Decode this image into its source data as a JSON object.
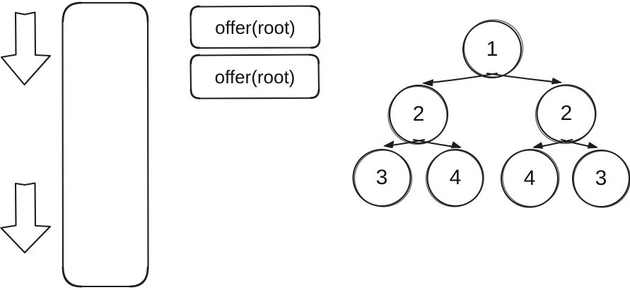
{
  "canvas": {
    "background": "#ffffff",
    "ink_color": "#1d1d1d",
    "text_color": "#111111"
  },
  "left_panel": {
    "icons": [
      {
        "name": "down-arrow-icon"
      },
      {
        "name": "down-arrow-icon"
      }
    ],
    "container_shape": "rounded-rectangle"
  },
  "call_boxes": [
    {
      "label": "offer(root)"
    },
    {
      "label": "offer(root)"
    }
  ],
  "tree": {
    "nodes": [
      {
        "id": "root",
        "label": "1"
      },
      {
        "id": "left",
        "label": "2"
      },
      {
        "id": "right",
        "label": "2"
      },
      {
        "id": "left-left",
        "label": "3"
      },
      {
        "id": "left-right",
        "label": "4"
      },
      {
        "id": "right-left",
        "label": "4"
      },
      {
        "id": "right-right",
        "label": "3"
      }
    ],
    "edges": [
      {
        "from": "root",
        "to": "left"
      },
      {
        "from": "root",
        "to": "right"
      },
      {
        "from": "left",
        "to": "left-left"
      },
      {
        "from": "left",
        "to": "left-right"
      },
      {
        "from": "right",
        "to": "right-left"
      },
      {
        "from": "right",
        "to": "right-right"
      }
    ]
  }
}
